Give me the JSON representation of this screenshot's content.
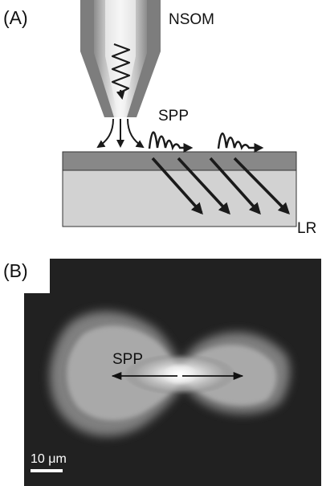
{
  "panel_a": {
    "label": "(A)",
    "tip_label": "NSOM",
    "spp_label": "SPP",
    "substrate_label": "LR"
  },
  "panel_b": {
    "label": "(B)",
    "spp_label": "SPP",
    "scale_bar_label": "10 μm"
  }
}
